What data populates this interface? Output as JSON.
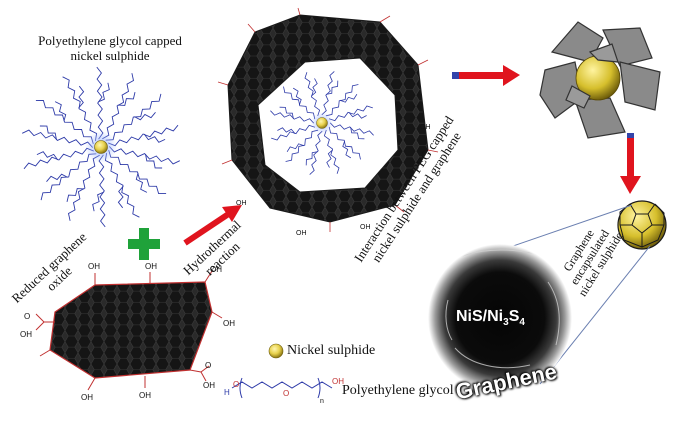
{
  "labels": {
    "peg_capped_line1": "Polyethylene glycol capped",
    "peg_capped_line2": "nickel sulphide",
    "rgo_line1": "Reduced graphene",
    "rgo_line2": "oxide",
    "hydrothermal_line1": "Hydrothermal",
    "hydrothermal_line2": "reaction",
    "interaction_line1": "Interaction between PEG capped",
    "interaction_line2": "nickel sulphide and graphene",
    "encap_line1": "Graphene",
    "encap_line2": "encapsulated",
    "encap_line3": "nickel sulphide",
    "legend_ns": "Nickel sulphide",
    "legend_peg": "Polyethylene glycol",
    "tem_core_part1": "NiS/Ni",
    "tem_core_sub1": "3",
    "tem_core_part2": "S",
    "tem_core_sub2": "4",
    "tem_graphene": "Graphene"
  },
  "chem": {
    "oh": "OH",
    "cooh_o": "O",
    "h": "H",
    "o": "O",
    "n": "n"
  },
  "colors": {
    "arrow_red": "#e0141e",
    "plus_green": "#1fa23a",
    "graphene_dark": "#1c1c1c",
    "graphene_edge": "#c03030",
    "nanoparticle_gold": "#e7d14c",
    "peg_blue": "#2d3aa8",
    "wrap_gray": "#8a8a8a"
  }
}
